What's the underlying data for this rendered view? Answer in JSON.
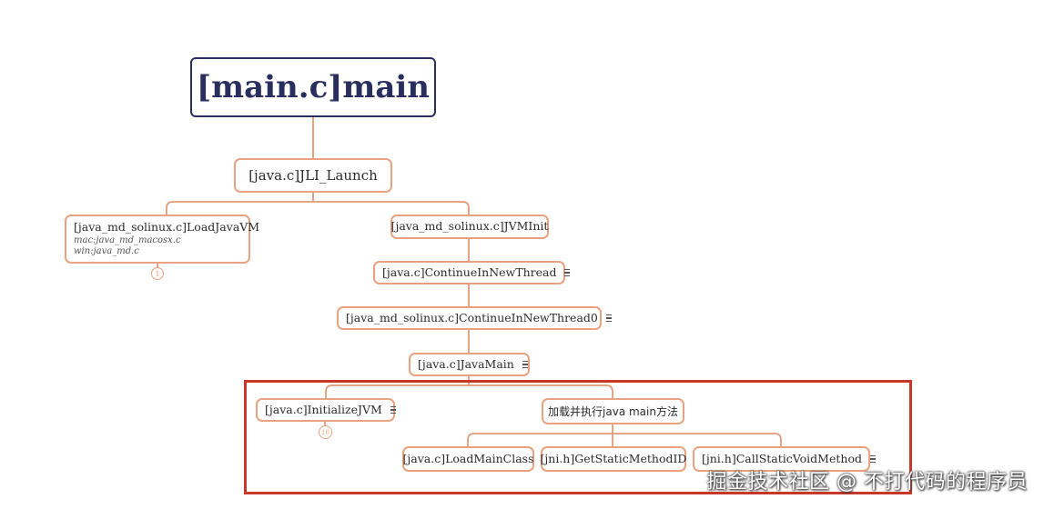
{
  "diagram": {
    "root": {
      "label": "[main.c]main"
    },
    "launch": {
      "label": "[java.c]JLI_Launch"
    },
    "load_java_vm": {
      "label": "[java_md_solinux.c]LoadJavaVM",
      "notes": [
        "mac:java_md_macosx.c",
        "win:java_md.c"
      ],
      "badge": "1"
    },
    "jvm_init": {
      "label": "[java_md_solinux.c]JVMInit"
    },
    "continue_new_thread": {
      "label": "[java.c]ContinueInNewThread"
    },
    "continue_new_thread0": {
      "label": "[java_md_solinux.c]ContinueInNewThread0"
    },
    "java_main": {
      "label": "[java.c]JavaMain"
    },
    "initialize_jvm": {
      "label": "[java.c]InitializeJVM",
      "badge": "10"
    },
    "load_and_run": {
      "label": "加载并执行java main方法"
    },
    "load_main_class": {
      "label": "[java.c]LoadMainClass"
    },
    "get_static_method_id": {
      "label": "[jni.h]GetStaticMethodID"
    },
    "call_static_void_method": {
      "label": "[jni.h]CallStaticVoidMethod"
    }
  },
  "colors": {
    "connector": "#e39a76",
    "node_border": "#e8a27f",
    "root_border": "#2a2e5e",
    "highlight": "#c8382a"
  },
  "icons": {
    "note": "note-lines-icon"
  },
  "watermark": "掘金技术社区 @ 不打代码的程序员"
}
